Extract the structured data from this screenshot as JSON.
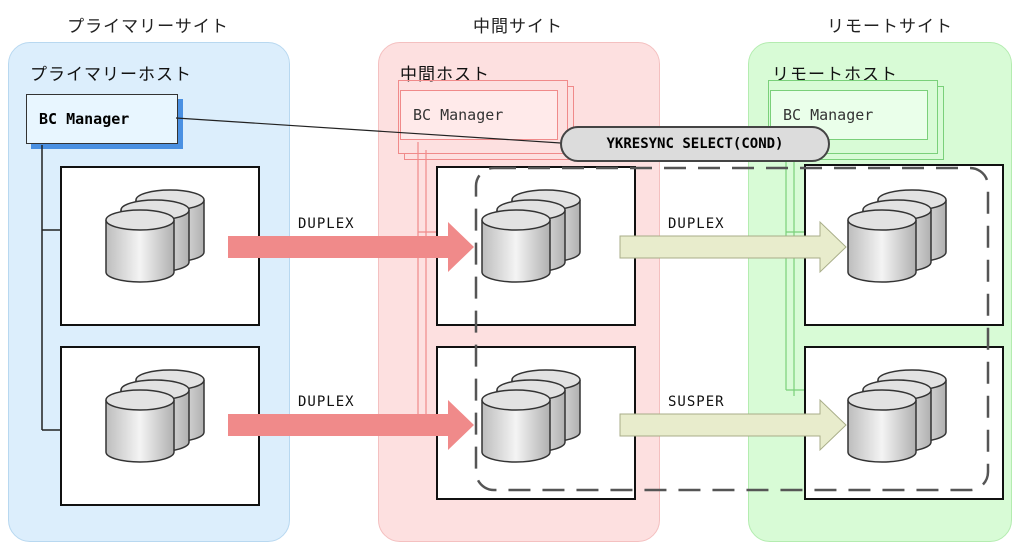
{
  "sites": {
    "primary": {
      "title": "プライマリーサイト",
      "host": "プライマリーホスト",
      "bc": "BC Manager"
    },
    "intermediate": {
      "title": "中間サイト",
      "host": "中間ホスト",
      "bc": "BC Manager"
    },
    "remote": {
      "title": "リモートサイト",
      "host": "リモートホスト",
      "bc": "BC Manager"
    }
  },
  "command": "YKRESYNC SELECT(COND)",
  "pairs": {
    "p_to_i_top": "DUPLEX",
    "p_to_i_bottom": "DUPLEX",
    "i_to_r_top": "DUPLEX",
    "i_to_r_bottom": "SUSPER"
  },
  "colors": {
    "primary_bg": "#dceefc",
    "intermediate_bg": "#fde0e0",
    "remote_bg": "#d8fbd6",
    "arrow_red": "#f08a8a",
    "arrow_beige": "#e8eccc"
  }
}
